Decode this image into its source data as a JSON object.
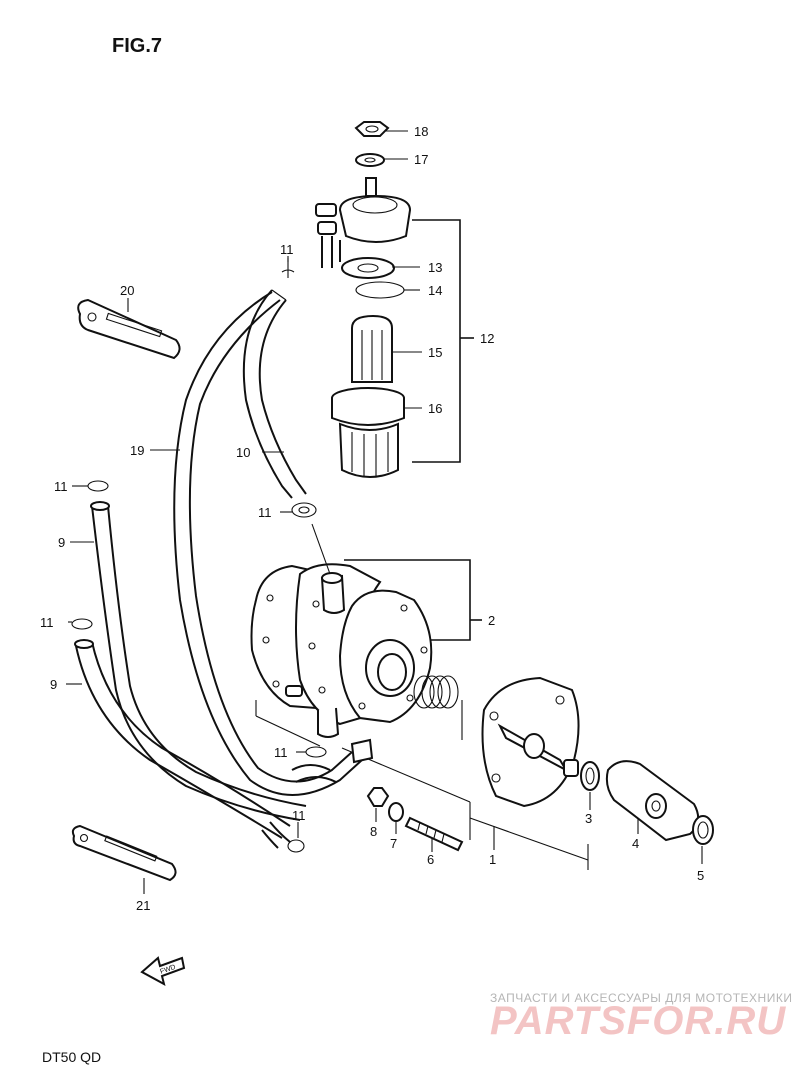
{
  "figure": {
    "title": "FIG.7",
    "model": "DT50 QD",
    "fwd_label": "FWD"
  },
  "watermark": {
    "tagline": "ЗАПЧАСТИ И АКСЕССУАРЫ ДЛЯ МОТОТЕХНИКИ",
    "brand": "PARTSFOR.RU",
    "color": "#e06a6a"
  },
  "callouts": {
    "c18": "18",
    "c17": "17",
    "c13": "13",
    "c14": "14",
    "c12": "12",
    "c15": "15",
    "c16": "16",
    "c20": "20",
    "c19": "19",
    "c10": "10",
    "c11a": "11",
    "c11b": "11",
    "c11c": "11",
    "c11d": "11",
    "c11e": "11",
    "c11f": "11",
    "c9a": "9",
    "c9b": "9",
    "c2": "2",
    "c3": "3",
    "c4": "4",
    "c5": "5",
    "c8": "8",
    "c7": "7",
    "c6": "6",
    "c1": "1",
    "c21": "21"
  }
}
